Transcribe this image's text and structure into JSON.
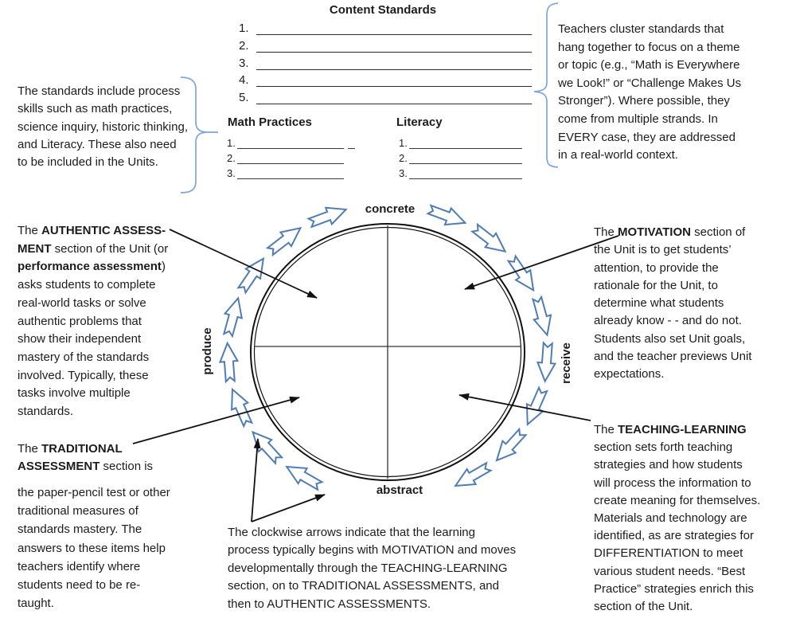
{
  "standards_form": {
    "title": "Content Standards",
    "content_items": [
      "1.",
      "2.",
      "3.",
      "4.",
      "5."
    ],
    "math_practices": {
      "title": "Math Practices",
      "items": [
        "1.",
        "2.",
        "3."
      ]
    },
    "literacy": {
      "title": "Literacy",
      "items": [
        "1.",
        "2.",
        "3."
      ]
    }
  },
  "notes": {
    "process_skills": {
      "segments": [
        {
          "t": "The standards include process\nskills such as math practices,\nscience inquiry, historic thinking,\nand Literacy.  These also need\nto be included in the Units.",
          "b": 0
        }
      ]
    },
    "clustering": {
      "segments": [
        {
          "t": "Teachers cluster standards that\nhang together to focus on a theme\nor topic (e.g., “Math is Everywhere\nwe Look!” or “Challenge Makes Us\nStronger”).  Where possible, they\ncome from multiple strands.  In\nEVERY case, they are addressed\nin a real-world context.",
          "b": 0
        }
      ]
    },
    "authentic": {
      "segments": [
        {
          "t": "The ",
          "b": 0
        },
        {
          "t": "AUTHENTIC ASSESS-\nMENT",
          "b": 1
        },
        {
          "t": " section of the Unit (or\n",
          "b": 0
        },
        {
          "t": "performance assessment",
          "b": 1
        },
        {
          "t": ")\nasks students to complete\nreal-world tasks or solve\nauthentic problems that\nshow their independent\nmastery of the standards\ninvolved.  Typically, these\ntasks involve multiple\nstandards.",
          "b": 0
        }
      ]
    },
    "traditional_heading": {
      "segments": [
        {
          "t": "The ",
          "b": 0
        },
        {
          "t": "TRADITIONAL\nASSESSMENT",
          "b": 1
        },
        {
          "t": " section is",
          "b": 0
        }
      ]
    },
    "traditional_body": {
      "segments": [
        {
          "t": "the paper-pencil test or other\ntraditional measures of\nstandards mastery.  The\nanswers to these items help\nteachers identify where\nstudents need to be re-\ntaught.",
          "b": 0
        }
      ]
    },
    "motivation": {
      "segments": [
        {
          "t": "The ",
          "b": 0
        },
        {
          "t": "MOTIVATION",
          "b": 1
        },
        {
          "t": " section of\nthe Unit is to get students’\nattention, to provide the\nrationale for the Unit, to\ndetermine what students\nalready know - - and do not.\nStudents also set Unit goals,\nand the teacher previews Unit\nexpectations.",
          "b": 0
        }
      ]
    },
    "teaching": {
      "segments": [
        {
          "t": "The ",
          "b": 0
        },
        {
          "t": "TEACHING-LEARNING",
          "b": 1
        },
        {
          "t": "\nsection sets forth teaching\nstrategies and how students\nwill process the information to\ncreate meaning for themselves.\nMaterials and technology are\nidentified, as are strategies for\nDIFFERENTIATION to meet\nvarious student needs.  “Best\nPractice” strategies enrich this\nsection of the Unit.",
          "b": 0
        }
      ]
    },
    "clockwise": {
      "segments": [
        {
          "t": "The clockwise arrows indicate that the learning\nprocess typically begins with MOTIVATION and moves\ndevelopmentally through the TEACHING-LEARNING\nsection, on to TRADITIONAL ASSESSMENTS, and\nthen to AUTHENTIC ASSESSMENTS.",
          "b": 0
        }
      ]
    }
  },
  "diagram": {
    "axis_top": "concrete",
    "axis_bottom": "abstract",
    "axis_left": "produce",
    "axis_right": "receive",
    "ring_arrows": {
      "count": 16,
      "direction": "clockwise"
    },
    "pointer_arrows": [
      "authentic",
      "motivation",
      "traditional",
      "teaching",
      "clockwise-left",
      "clockwise-right"
    ],
    "colors": {
      "ring_arrow_outline": "#4f7db3",
      "brace": "#7ea6d8",
      "ink": "#111111",
      "text": "#1c1c1c"
    }
  }
}
